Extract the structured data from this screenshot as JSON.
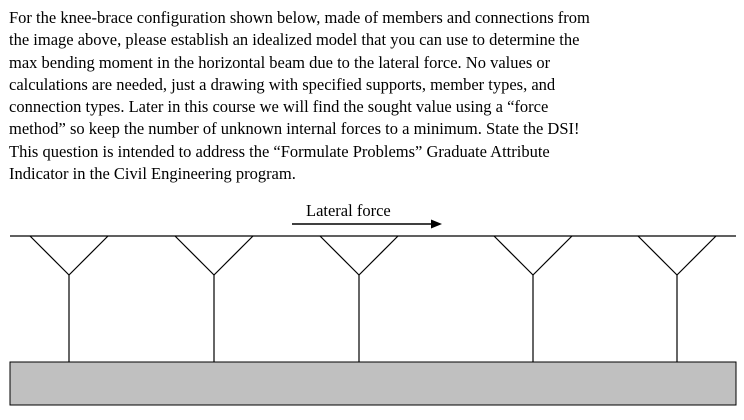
{
  "question": {
    "lines": [
      "For the knee-brace configuration shown below, made of members and connections from",
      "the image above, please establish an idealized model that you can use to determine the",
      "max bending moment in the horizontal beam due to the lateral force. No values or",
      "calculations are needed, just a drawing with specified supports, member types, and",
      "connection types. Later in this course we will find the sought value using a “force",
      "method” so keep the number of unknown internal forces to a minimum. State the DSI!",
      "This question is intended to address the “Formulate Problems” Graduate Attribute",
      "Indicator in the Civil Engineering program."
    ]
  },
  "diagram": {
    "force_label": "Lateral force",
    "force_direction": "right",
    "column_count": 5,
    "colors": {
      "line": "#000000",
      "ground_fill": "#c0c0c0"
    }
  }
}
